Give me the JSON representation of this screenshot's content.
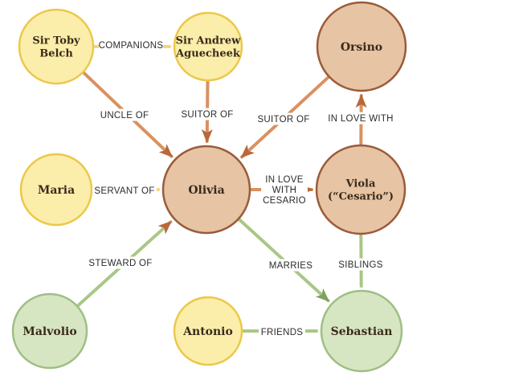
{
  "colors": {
    "yellow_fill": "#fbeeaa",
    "yellow_stroke": "#ecc84a",
    "orange_fill": "#e6c4a4",
    "orange_stroke": "#9b5b3a",
    "green_fill": "#d6e6c2",
    "green_stroke": "#9fbe84",
    "edge_yellow": "#f1d77a",
    "edge_orange": "#d9915f",
    "edge_green": "#a9c785",
    "arrow_orange": "#b8683a",
    "arrow_green": "#7fa25e"
  },
  "nodes": {
    "sir_toby": {
      "lines": [
        "Sir Toby",
        "Belch"
      ]
    },
    "sir_andrew": {
      "lines": [
        "Sir Andrew",
        "Aguecheek"
      ]
    },
    "orsino": {
      "lines": [
        "Orsino"
      ]
    },
    "maria": {
      "lines": [
        "Maria"
      ]
    },
    "olivia": {
      "lines": [
        "Olivia"
      ]
    },
    "viola": {
      "lines": [
        "Viola",
        "(“Cesario”)"
      ]
    },
    "malvolio": {
      "lines": [
        "Malvolio"
      ]
    },
    "antonio": {
      "lines": [
        "Antonio"
      ]
    },
    "sebastian": {
      "lines": [
        "Sebastian"
      ]
    }
  },
  "edges": {
    "companions": {
      "lines": [
        "COMPANIONS"
      ]
    },
    "uncle_of": {
      "lines": [
        "UNCLE OF"
      ]
    },
    "suitor_of_andrew": {
      "lines": [
        "SUITOR OF"
      ]
    },
    "suitor_of_orsino": {
      "lines": [
        "SUITOR OF"
      ]
    },
    "in_love_with_orsino": {
      "lines": [
        "IN LOVE WITH"
      ]
    },
    "servant_of": {
      "lines": [
        "SERVANT OF"
      ]
    },
    "in_love_with_cesario": {
      "lines": [
        "IN LOVE",
        "WITH",
        "CESARIO"
      ]
    },
    "steward_of": {
      "lines": [
        "STEWARD OF"
      ]
    },
    "marries": {
      "lines": [
        "MARRIES"
      ]
    },
    "siblings": {
      "lines": [
        "SIBLINGS"
      ]
    },
    "friends": {
      "lines": [
        "FRIENDS"
      ]
    }
  }
}
